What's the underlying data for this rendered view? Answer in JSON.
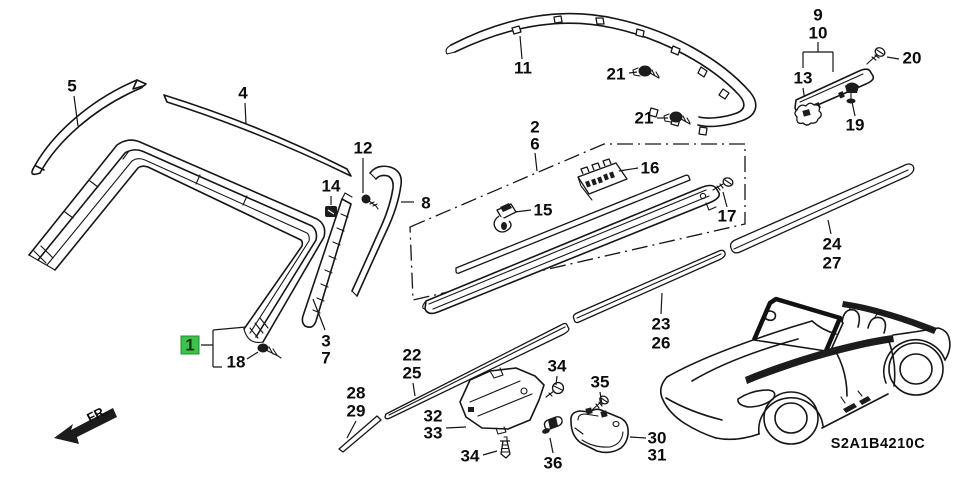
{
  "diagram": {
    "code": "S2A1B4210C",
    "direction_label": "FR.",
    "selected_callout": "1",
    "colors": {
      "line": "#161616",
      "background": "#ffffff",
      "highlight_bg": "#3ec24b",
      "highlight_text": "#0a3c10"
    },
    "callouts": [
      "5",
      "4",
      "12",
      "14",
      "8",
      "11",
      "21",
      "21",
      "9",
      "10",
      "13",
      "20",
      "19",
      "2",
      "6",
      "16",
      "15",
      "17",
      "24",
      "27",
      "23",
      "26",
      "22",
      "25",
      "28",
      "29",
      "32",
      "33",
      "34",
      "34",
      "35",
      "36",
      "30",
      "31",
      "3",
      "7",
      "1",
      "18"
    ]
  }
}
